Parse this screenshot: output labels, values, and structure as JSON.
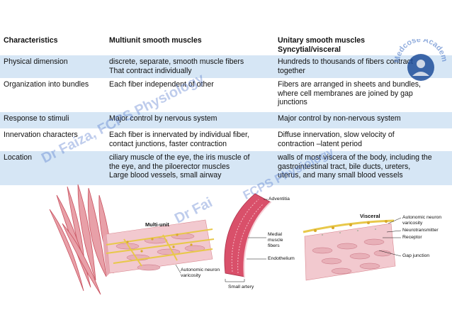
{
  "table": {
    "headers": {
      "characteristics": "Characteristics",
      "multiunit": "Multiunit smooth muscles",
      "unitary_line1": "Unitary smooth muscles",
      "unitary_line2": "Syncytial/visceral"
    },
    "rows": [
      {
        "characteristic": "Physical dimension",
        "multiunit": [
          "discrete, separate, smooth muscle fibers",
          "That contract individually"
        ],
        "unitary": [
          "Hundreds to thousands of fibers contract",
          "together"
        ]
      },
      {
        "characteristic": "Organization into bundles",
        "multiunit": [
          "Each fiber independent of other"
        ],
        "unitary": [
          "Fibers are arranged in sheets and bundles,",
          "where cell membranes are joined by gap",
          "junctions"
        ]
      },
      {
        "characteristic": "Response to stimuli",
        "multiunit": [
          "Major control by nervous system"
        ],
        "unitary": [
          "Major control by non-nervous system"
        ]
      },
      {
        "characteristic": "Innervation characters",
        "multiunit": [
          "Each fiber is innervated by individual fiber,",
          "contact junctions, faster contraction"
        ],
        "unitary": [
          "Diffuse innervation, slow velocity of",
          "contraction –latent period"
        ]
      },
      {
        "characteristic": "Location",
        "multiunit": [
          "ciliary muscle of the eye, the iris muscle of",
          "the eye, and the piloerector muscles",
          "Large blood vessels, small airway"
        ],
        "unitary": [
          "walls of most viscera of the body, including the",
          "gastrointestinal tract, bile ducts, ureters,",
          "uterus, and many small blood vessels"
        ]
      }
    ]
  },
  "watermark": {
    "text1": "Dr Faiza, FCPS Physiology",
    "text2": "Dr Fai",
    "text3": "FCPS Physiology"
  },
  "logo": {
    "text": "Medcose Academics",
    "icon": "user-silhouette-icon"
  },
  "figure": {
    "multi_unit_title": "Multi-unit",
    "autonomic_neuron_varicosity_left": [
      "Autonomic neuron",
      "varicosity"
    ],
    "adventitia": "Adventitia",
    "medial_muscle_fibers": [
      "Medial",
      "muscle",
      "fibers"
    ],
    "endothelium": "Endothelium",
    "small_artery": "Small artery",
    "visceral_title": "Visceral",
    "autonomic_neuron_varicosity_right": [
      "Autonomic neuron",
      "varicosity"
    ],
    "neurotransmitter": "Neurotransmitter",
    "receptor": "Receptor",
    "gap_junction": "Gap junction"
  },
  "colors": {
    "row_shade": "#d6e6f5",
    "muscle": "#e8a0a8",
    "muscle_dark": "#c8505e",
    "artery": "#d9506a",
    "nerve": "#e8c84a",
    "watermark": "#466ec8"
  }
}
